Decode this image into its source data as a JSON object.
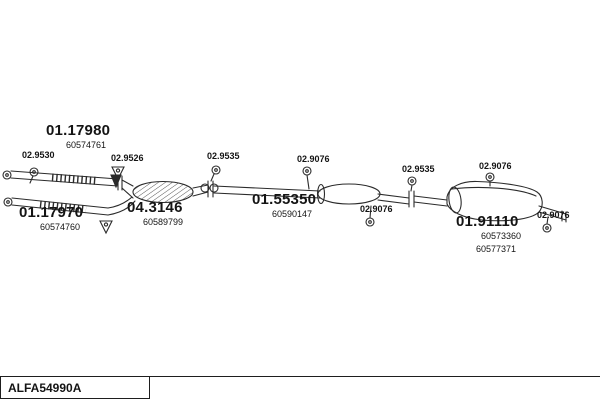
{
  "footer": {
    "code": "ALFA54990A"
  },
  "colors": {
    "ink": "#2b2b2b",
    "text": "#141414",
    "background": "#ffffff"
  },
  "parts": {
    "main": [
      {
        "number": "01.17980",
        "code": "60574761"
      },
      {
        "number": "01.17970",
        "code": "60574760"
      },
      {
        "number": "04.3146",
        "code": "60589799"
      },
      {
        "number": "01.55350",
        "code": "60590147"
      },
      {
        "number": "01.91110",
        "code": "60573360",
        "code2": "60577371"
      }
    ],
    "small": [
      "02.9530",
      "02.9526",
      "02.9535",
      "02.9076",
      "02.9535",
      "02.9076",
      "02.9076",
      "02.9076"
    ]
  },
  "icons": {
    "gasket_ring": "double concentric circle",
    "rubber_hanger": "triangle with mounting hole"
  }
}
